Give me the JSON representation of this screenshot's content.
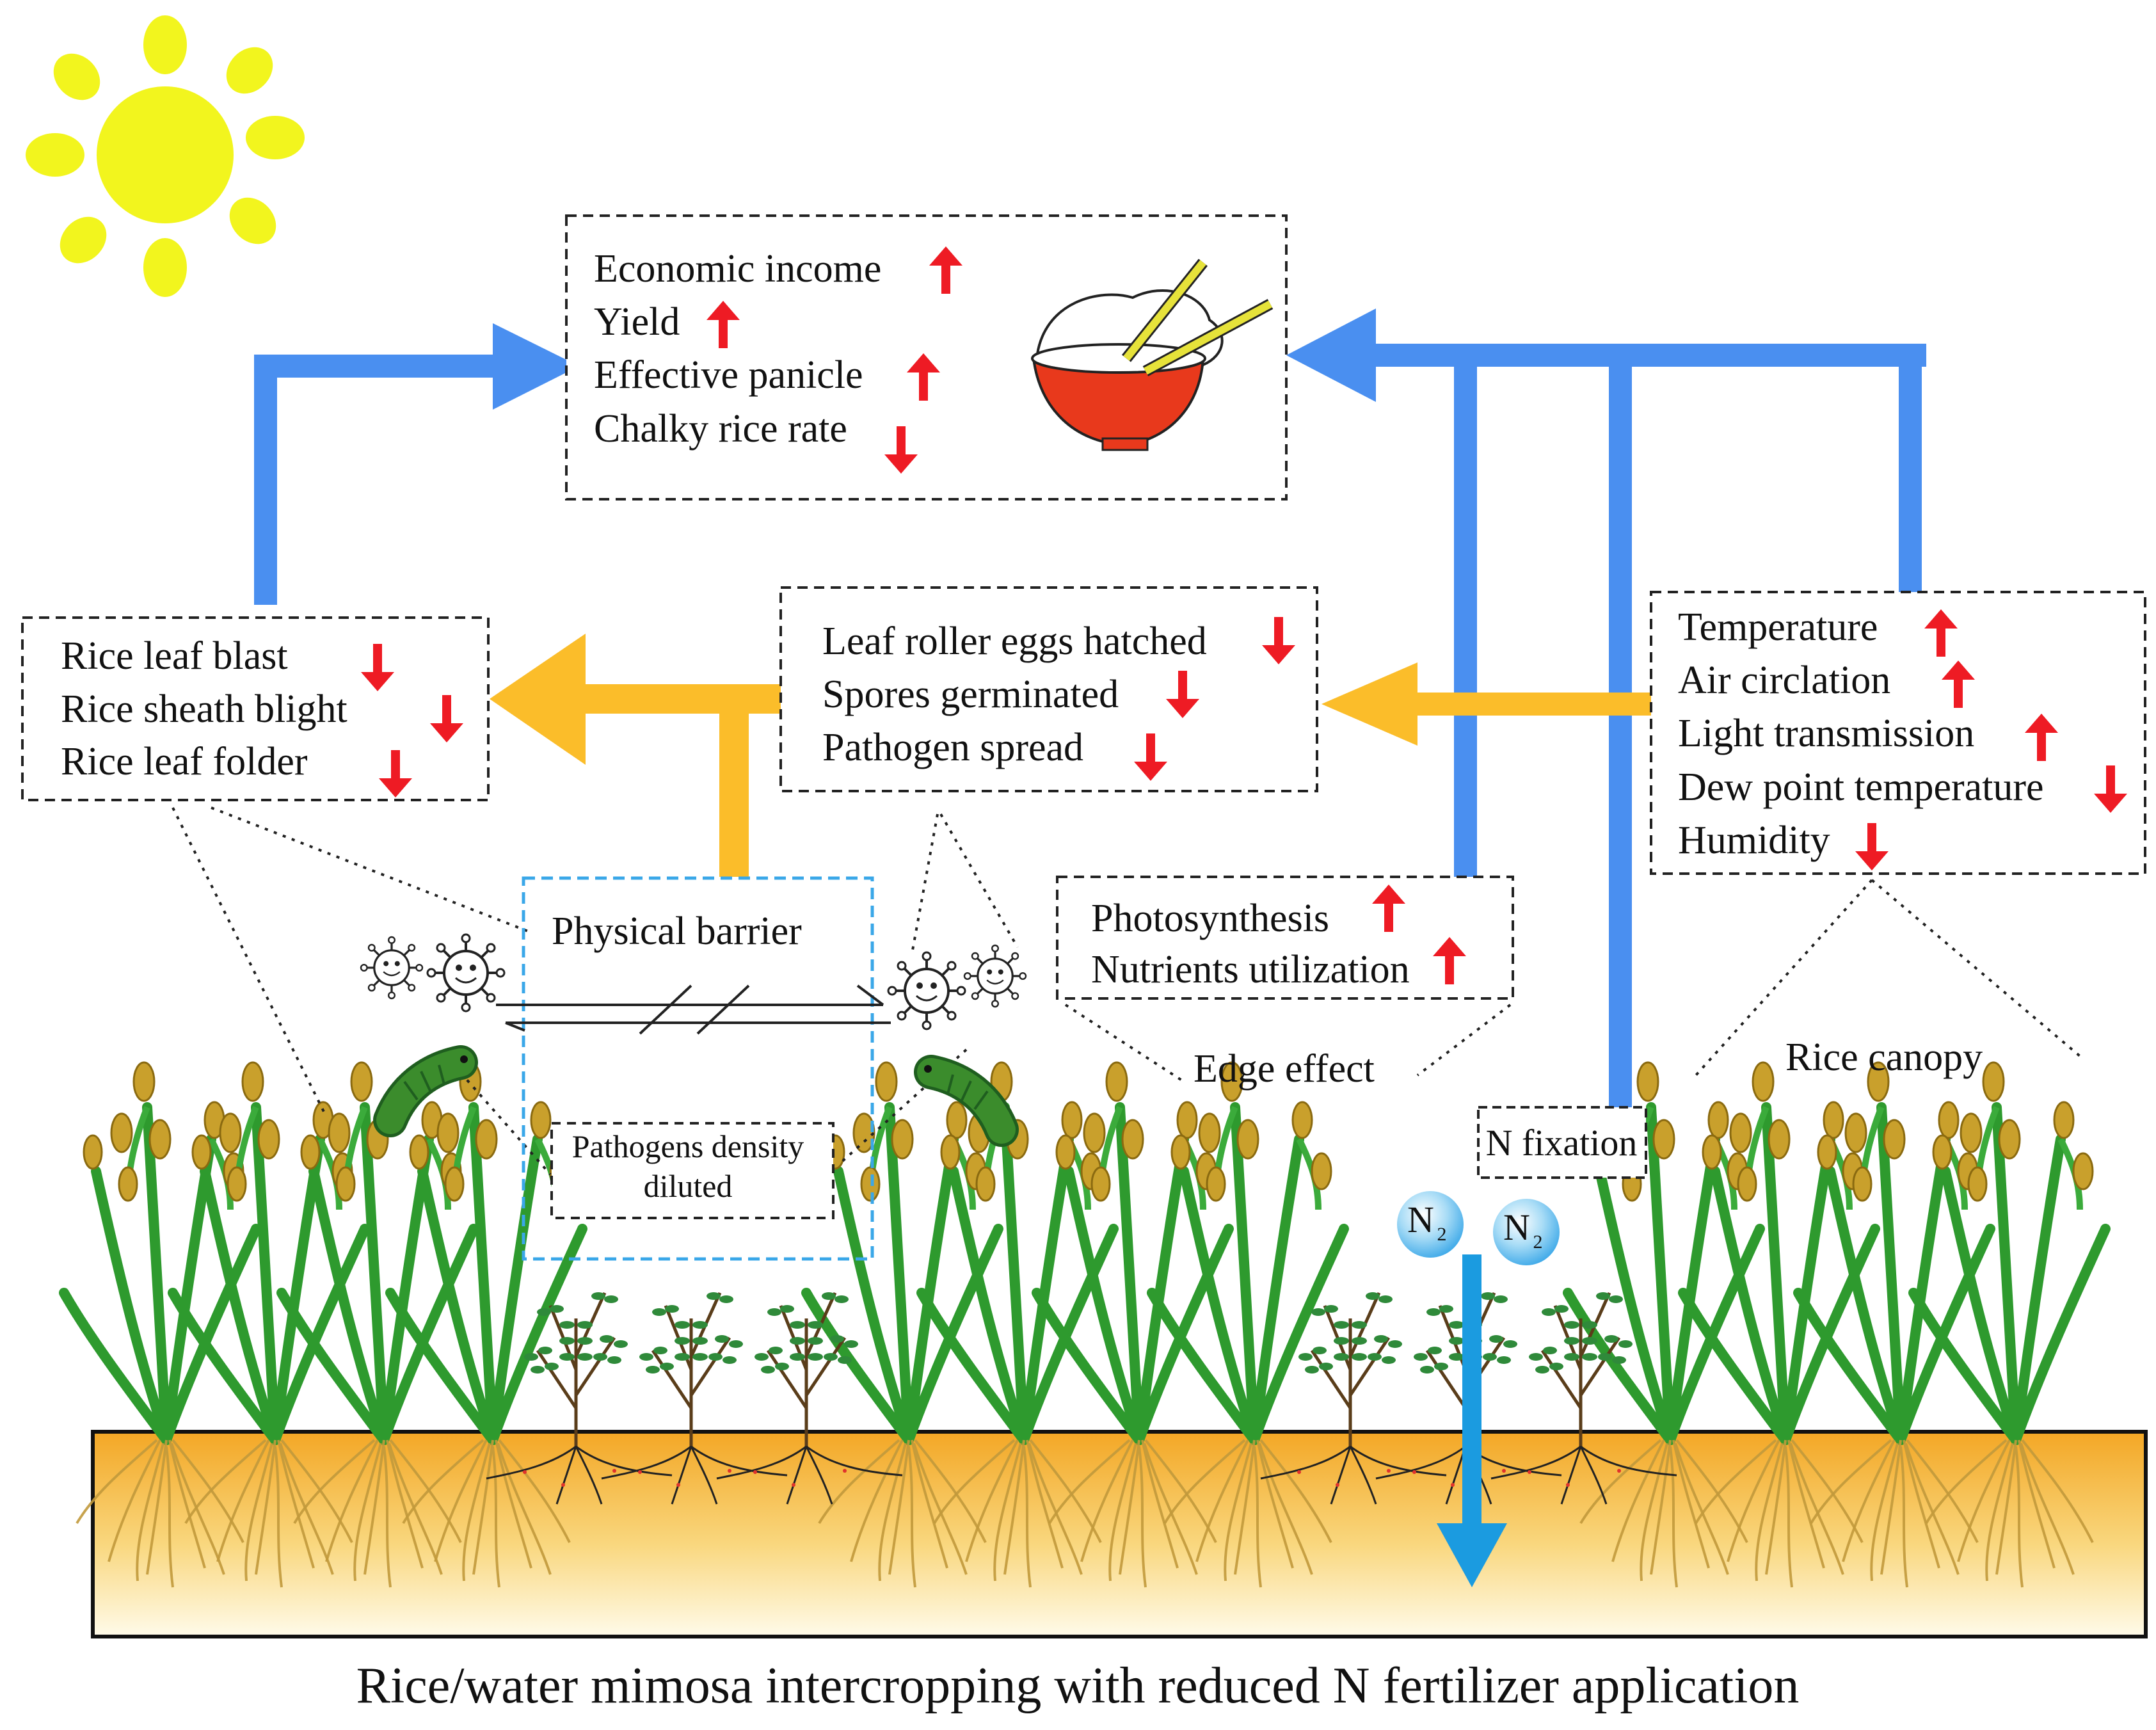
{
  "caption": "Rice/water mimosa intercropping with reduced N fertilizer application",
  "colors": {
    "blue_arrow": "#4a8ff0",
    "yellow_arrow": "#fbbd2a",
    "red_arrow": "#ee1b24",
    "sun": "#f2f51e",
    "barrier_border": "#3aa7e8",
    "soil_top": "#f3a725",
    "soil_bottom": "#fffbea",
    "n2_arrow": "#1b9be0"
  },
  "icons": [
    "sun-icon",
    "rice-bowl-icon",
    "virus-icon",
    "caterpillar-icon",
    "rice-plant-icon",
    "water-mimosa-icon",
    "n2-molecule-icon"
  ],
  "outcomes": {
    "items": [
      {
        "label": "Economic income",
        "trend": "up"
      },
      {
        "label": "Yield",
        "trend": "up"
      },
      {
        "label": "Effective panicle",
        "trend": "up"
      },
      {
        "label": "Chalky rice rate",
        "trend": "down"
      }
    ]
  },
  "diseases": {
    "items": [
      {
        "label": "Rice leaf blast",
        "trend": "down"
      },
      {
        "label": "Rice sheath blight",
        "trend": "down"
      },
      {
        "label": "Rice leaf folder",
        "trend": "down"
      }
    ]
  },
  "pathogen_effects": {
    "items": [
      {
        "label": "Leaf roller eggs hatched",
        "trend": "down"
      },
      {
        "label": "Spores germinated",
        "trend": "down"
      },
      {
        "label": "Pathogen spread",
        "trend": "down"
      }
    ]
  },
  "canopy": {
    "items": [
      {
        "label": "Temperature",
        "trend": "up"
      },
      {
        "label": "Air circlation",
        "trend": "up"
      },
      {
        "label": "Light transmission",
        "trend": "up"
      },
      {
        "label": "Dew point temperature",
        "trend": "down"
      },
      {
        "label": "Humidity",
        "trend": "down"
      }
    ],
    "label": "Rice canopy"
  },
  "edge": {
    "items": [
      {
        "label": "Photosynthesis",
        "trend": "up"
      },
      {
        "label": "Nutrients utilization",
        "trend": "up"
      }
    ],
    "label": "Edge effect"
  },
  "barrier": {
    "title": "Physical barrier",
    "inner_line1": "Pathogens density",
    "inner_line2": "diluted"
  },
  "n_fixation": {
    "label": "N fixation",
    "molecule_main": "N",
    "molecule_sub": "2"
  }
}
